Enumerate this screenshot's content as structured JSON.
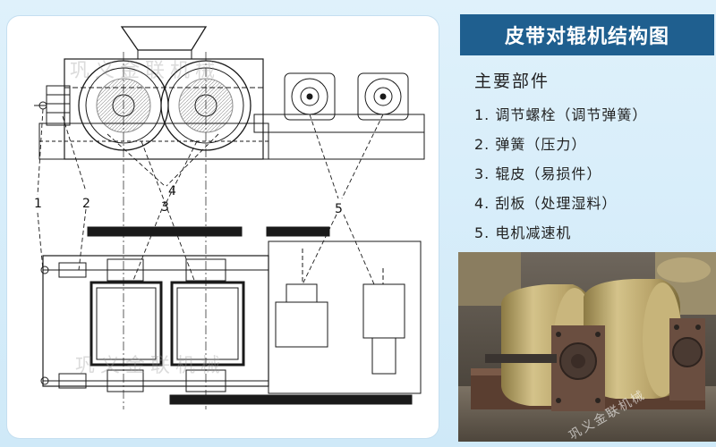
{
  "title": "皮带对辊机结构图",
  "parts_heading": "主要部件",
  "parts": [
    "1. 调节螺栓（调节弹簧）",
    "2. 弹簧（压力）",
    "3. 辊皮（易损件）",
    "4. 刮板（处理湿料）",
    "5. 电机减速机"
  ],
  "callouts": [
    "1",
    "2",
    "4",
    "3",
    "5"
  ],
  "watermark": "巩义金联机械",
  "photo_watermark": "巩义金联机械",
  "colors": {
    "title_bg": "#1f5f8f",
    "page_bg": "#d6eef9",
    "line": "#1a1a1a",
    "roller_brass": "#b9a46a"
  }
}
